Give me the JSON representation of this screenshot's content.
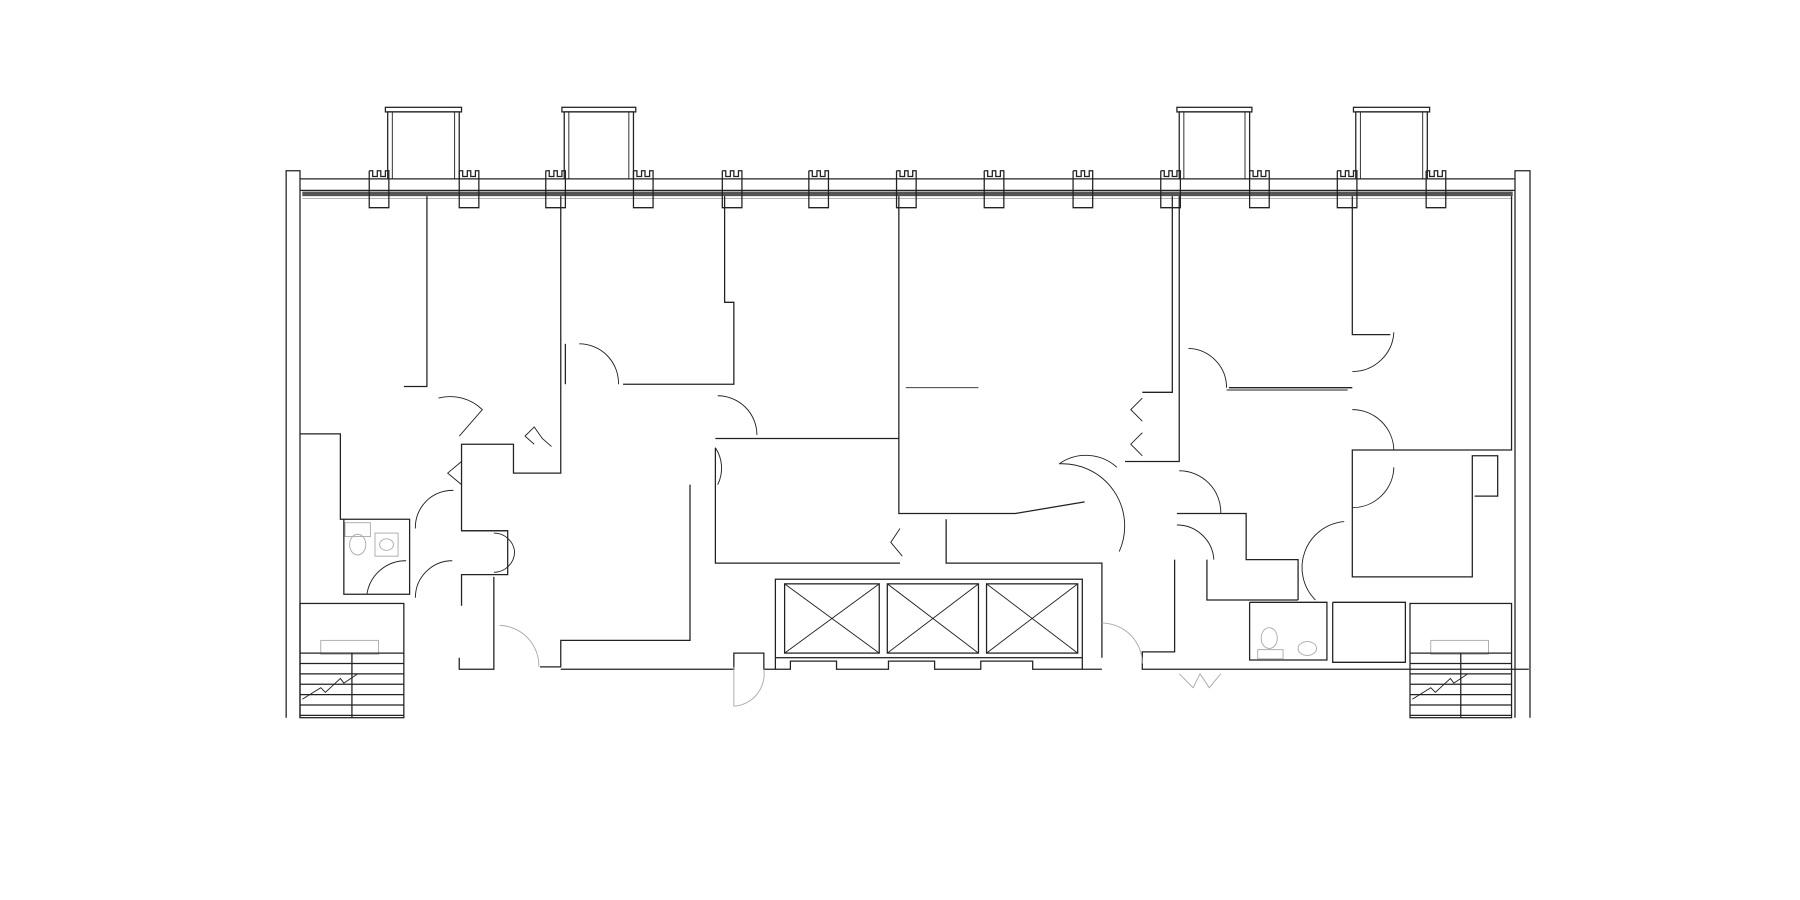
{
  "drawing": {
    "line_color": "#222222",
    "fixture_color": "#aaaaaa",
    "background": "#ffffff",
    "elements": {
      "elevators": 3,
      "stairs": 2,
      "restrooms": 2,
      "icons": [
        "elevator-x-icon",
        "stair-icon",
        "toilet-icon",
        "sink-icon",
        "door-swing-icon"
      ]
    }
  }
}
